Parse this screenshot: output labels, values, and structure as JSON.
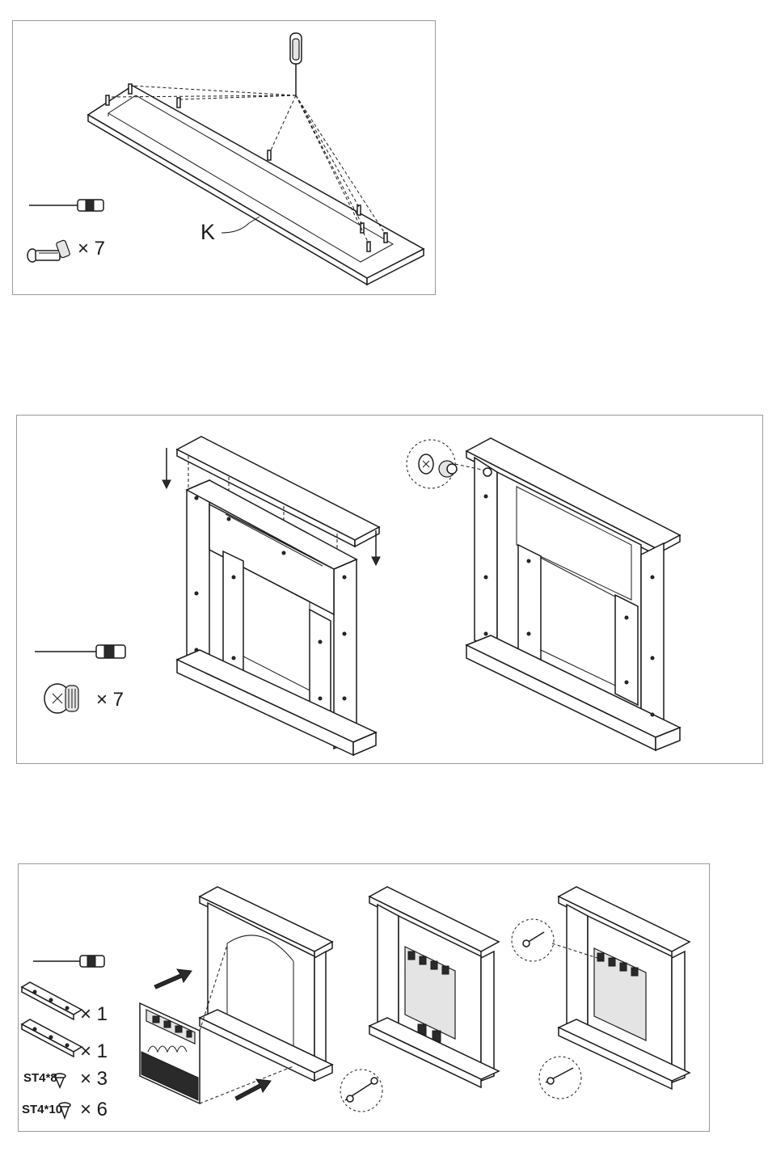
{
  "steps": [
    {
      "part_label": "K",
      "tools": [
        {
          "icon": "screwdriver-icon"
        },
        {
          "icon": "cam-bolt-icon",
          "quantity": "× 7"
        }
      ]
    },
    {
      "tools": [
        {
          "icon": "screwdriver-icon"
        },
        {
          "icon": "cam-lock-nut-icon",
          "quantity": "× 7"
        }
      ]
    },
    {
      "tools": [
        {
          "icon": "screwdriver-icon"
        },
        {
          "icon": "bracket-icon",
          "quantity": "× 1"
        },
        {
          "icon": "bracket-icon",
          "quantity": "× 1"
        },
        {
          "icon": "screw-icon",
          "code": "ST4*8",
          "quantity": "× 3"
        },
        {
          "icon": "screw-icon",
          "code": "ST4*10",
          "quantity": "× 6"
        }
      ]
    }
  ],
  "colors": {
    "line": "#1a1a1a",
    "panel_border": "#9a9a9a",
    "shade": "#e4e4e4"
  }
}
